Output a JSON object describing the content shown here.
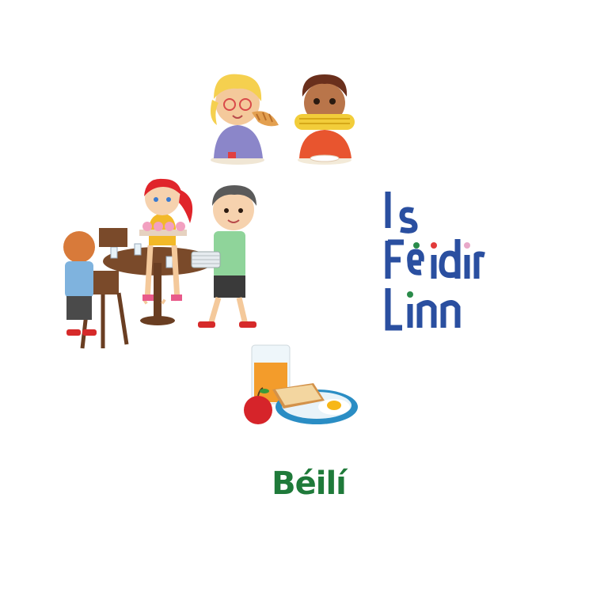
{
  "logo": {
    "line1": "Is",
    "line2": "Féidir",
    "line3": "Linn",
    "color": "#2a4fa0",
    "dot_colors": [
      "#e23b3b",
      "#2a8b4a",
      "#e8a8c8"
    ]
  },
  "title": "Béilí",
  "title_color": "#1f7a3a",
  "illustrations": [
    {
      "name": "woman-eating-croissant-and-boy-eating-corn"
    },
    {
      "name": "children-setting-table-with-cupcakes-and-plates"
    },
    {
      "name": "breakfast-juice-toast-egg-apple"
    }
  ]
}
